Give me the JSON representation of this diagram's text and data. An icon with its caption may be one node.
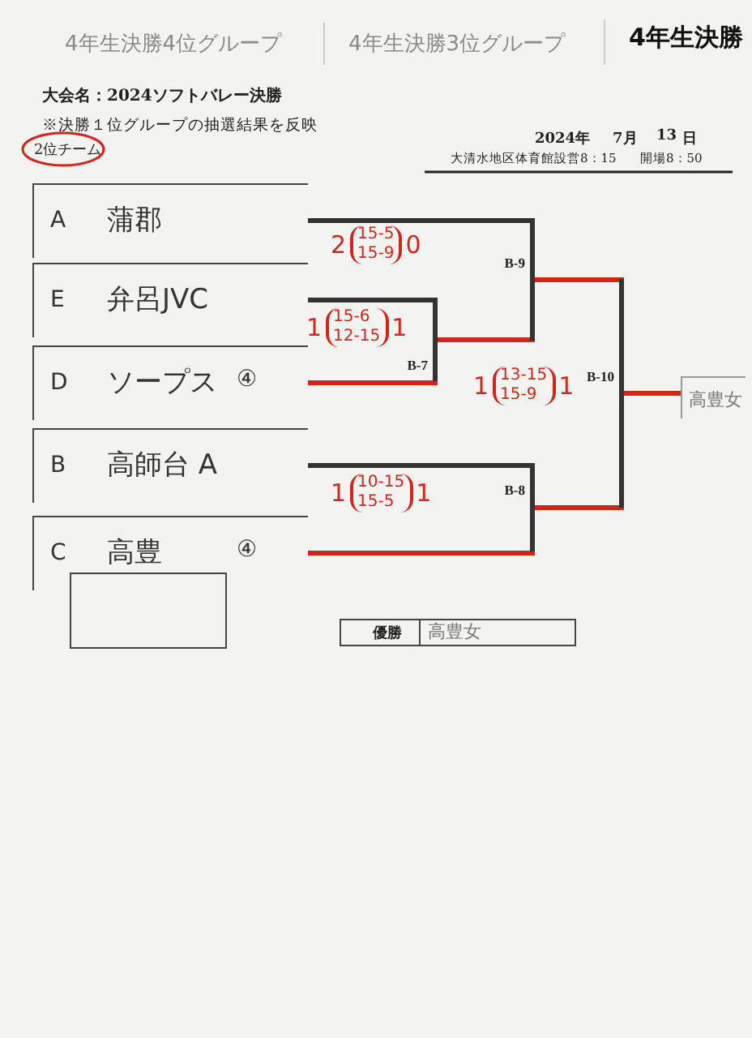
{
  "diagram": {
    "nodes": [
      {
        "text": [
          "A",
          "蒲郡"
        ]
      },
      {
        "text": [
          "E",
          "弁呂JVC"
        ]
      },
      {
        "text": [
          "D",
          "ソープス",
          "④"
        ]
      },
      {
        "text": [
          "B",
          "高師台 A"
        ]
      },
      {
        "text": [
          "C",
          "高豊",
          "④"
        ]
      },
      {
        "text": [
          "B-7"
        ],
        "beside": [
          "1",
          "15-6",
          "12-15",
          "1"
        ]
      },
      {
        "text": [
          "B-9"
        ],
        "beside": [
          "2",
          "15-5",
          "15-9",
          "0"
        ]
      },
      {
        "text": [
          "B-8"
        ],
        "beside": [
          "1",
          "10-15",
          "15-5",
          "1"
        ]
      },
      {
        "text": [
          "B-10"
        ],
        "beside": [
          "1",
          "13-15",
          "15-9",
          "1"
        ]
      },
      {
        "text": [
          "高豊女"
        ]
      },
      {
        "text": [],
        "shape": "box"
      }
    ],
    "edges": [
      {
        "from": 1,
        "to": 5,
        "arrow": "none",
        "color": "#333333"
      },
      {
        "from": 2,
        "to": 5,
        "arrow": "none",
        "color": "#d0261c"
      },
      {
        "from": 5,
        "to": 6,
        "arrow": "none",
        "color": "#d0261c"
      },
      {
        "from": 0,
        "to": 6,
        "arrow": "none",
        "color": "#333333"
      },
      {
        "from": 3,
        "to": 7,
        "arrow": "none",
        "color": "#333333"
      },
      {
        "from": 4,
        "to": 7,
        "arrow": "none",
        "color": "#d0261c"
      },
      {
        "from": 7,
        "to": 8,
        "arrow": "none",
        "color": "#d0261c"
      },
      {
        "from": 6,
        "to": 8,
        "arrow": "none",
        "color": "#d0261c"
      },
      {
        "from": 8,
        "to": 9,
        "arrow": "none",
        "color": "#d0261c"
      }
    ],
    "labels": [
      "4年生決勝4位グループ",
      "4年生決勝3位グループ",
      "4年生決勝",
      "大会名：2024ソフトバレー決勝",
      "※決勝１位グループの抽選結果を反映",
      "2位チーム",
      "2024年",
      "7月",
      "13",
      "日",
      "大清水地区体育館",
      "設営8：15",
      "開場8：50",
      "優勝",
      "高豊女"
    ]
  }
}
